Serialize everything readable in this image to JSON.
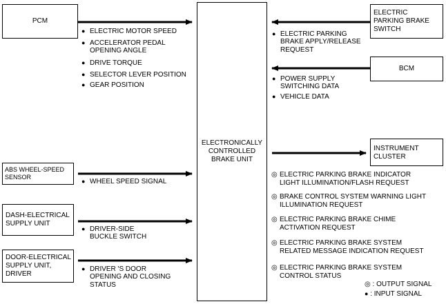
{
  "blocks": {
    "pcm": "PCM",
    "ecbu": [
      "ELECTRONICALLY",
      "CONTROLLED",
      "BRAKE UNIT"
    ],
    "epb_switch": [
      "ELECTRIC",
      "PARKING BRAKE",
      "SWITCH"
    ],
    "bcm": "BCM",
    "instrument_cluster": [
      "INSTRUMENT",
      "CLUSTER"
    ],
    "abs_sensor": [
      "ABS WHEEL-SPEED",
      "SENSOR"
    ],
    "dash_supply": [
      "DASH-ELECTRICAL",
      "SUPPLY UNIT"
    ],
    "door_supply": [
      "DOOR-ELECTRICAL",
      "SUPPLY UNIT,",
      "DRIVER"
    ]
  },
  "signals": {
    "pcm": [
      [
        "ELECTRIC MOTOR SPEED"
      ],
      [
        "ACCELERATOR PEDAL",
        "OPENING ANGLE"
      ],
      [
        "DRIVE TORQUE"
      ],
      [
        "SELECTOR LEVER POSITION"
      ],
      [
        "GEAR POSITION"
      ]
    ],
    "epb_switch": [
      [
        "ELECTRIC PARKING",
        "BRAKE APPLY/RELEASE",
        "REQUEST"
      ]
    ],
    "bcm": [
      [
        "POWER SUPPLY",
        "SWITCHING DATA"
      ],
      [
        "VEHICLE DATA"
      ]
    ],
    "abs_sensor": [
      [
        "WHEEL SPEED SIGNAL"
      ]
    ],
    "dash_supply": [
      [
        "DRIVER-SIDE",
        "BUCKLE SWITCH"
      ]
    ],
    "door_supply": [
      [
        "DRIVER 'S DOOR",
        "OPENING AND CLOSING",
        "STATUS"
      ]
    ],
    "instrument_cluster": [
      [
        "ELECTRIC PARKING BRAKE INDICATOR",
        "LIGHT ILLUMINATION/FLASH REQUEST"
      ],
      [
        "BRAKE CONTROL SYSTEM WARNING LIGHT",
        "ILLUMINATION REQUEST"
      ],
      [
        "ELECTRIC PARKING BRAKE CHIME",
        "ACTIVATION REQUEST"
      ],
      [
        "ELECTRIC PARKING BRAKE SYSTEM",
        "RELATED MESSAGE INDICATION REQUEST"
      ],
      [
        "ELECTRIC PARKING BRAKE SYSTEM",
        "CONTROL STATUS"
      ]
    ]
  },
  "legend": {
    "output": ": OUTPUT SIGNAL",
    "input": ": INPUT SIGNAL"
  }
}
